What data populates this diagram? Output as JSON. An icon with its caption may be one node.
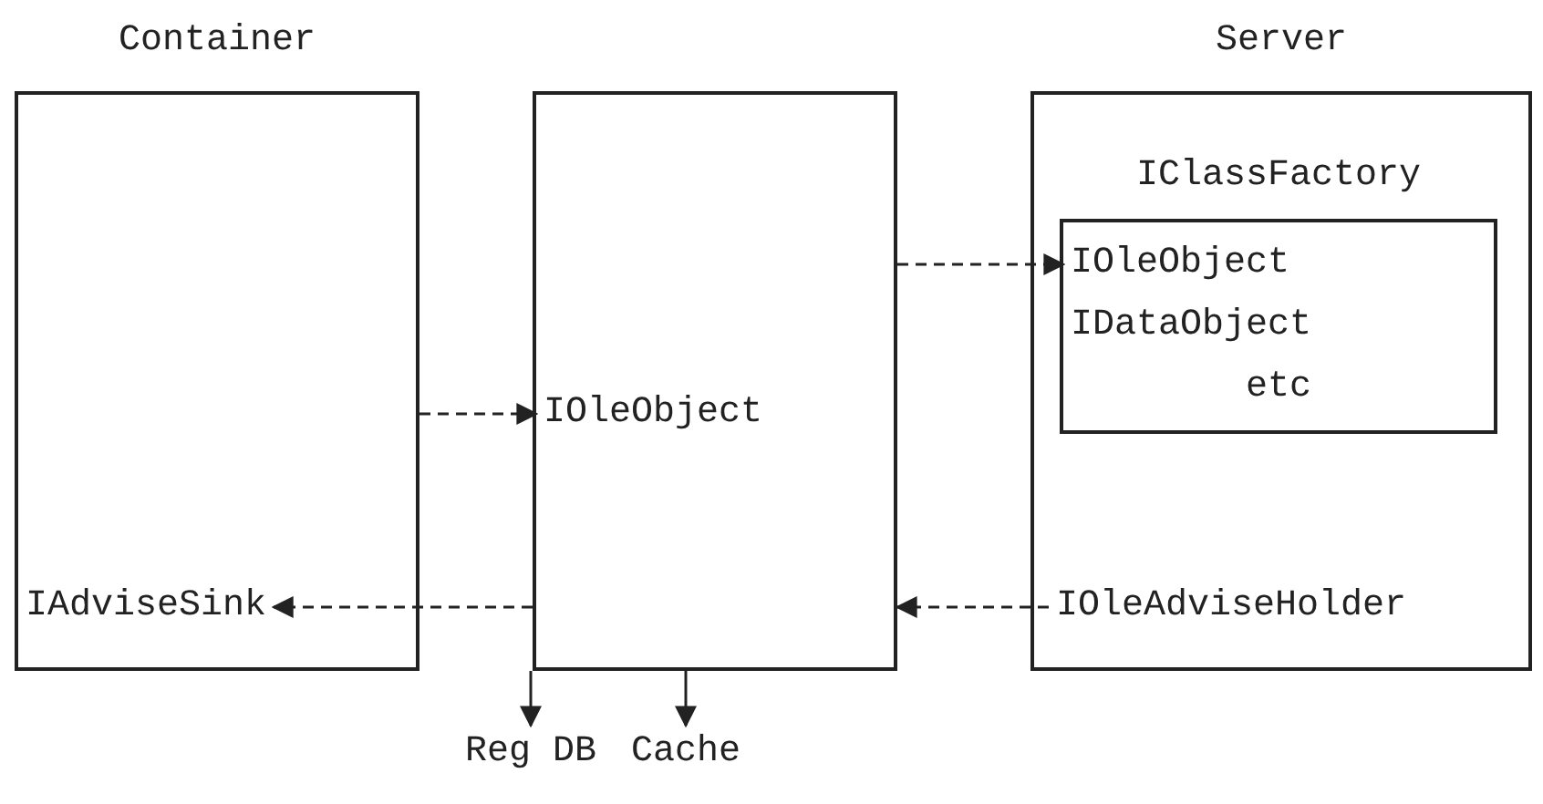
{
  "diagram": {
    "nodes": [
      {
        "text": [
          "Container"
        ]
      },
      {
        "text": [
          "IAdviseSink"
        ],
        "in": 0
      },
      {
        "text": [],
        "shape": "box"
      },
      {
        "text": [
          "IOleObject"
        ],
        "in": 2
      },
      {
        "text": [
          "Server"
        ]
      },
      {
        "text": [
          "IClassFactory"
        ],
        "in": 4
      },
      {
        "text": [
          "IOleObject"
        ],
        "in": 5
      },
      {
        "text": [
          "IDataObject"
        ],
        "in": 5
      },
      {
        "text": [
          "etc"
        ],
        "in": 5
      },
      {
        "text": [
          "IOleAdviseHolder"
        ],
        "in": 4
      },
      {
        "text": [
          "Reg DB"
        ]
      },
      {
        "text": [
          "Cache"
        ]
      }
    ],
    "edges": [
      {
        "from": 0,
        "to": 3,
        "arrow": "to",
        "style": "dashed"
      },
      {
        "from": 2,
        "to": 6,
        "arrow": "to",
        "style": "dashed"
      },
      {
        "from": 2,
        "to": 1,
        "arrow": "to",
        "style": "dashed"
      },
      {
        "from": 9,
        "to": 2,
        "arrow": "to",
        "style": "dashed"
      },
      {
        "from": 2,
        "to": 10,
        "arrow": "to"
      },
      {
        "from": 2,
        "to": 11,
        "arrow": "to"
      }
    ]
  }
}
